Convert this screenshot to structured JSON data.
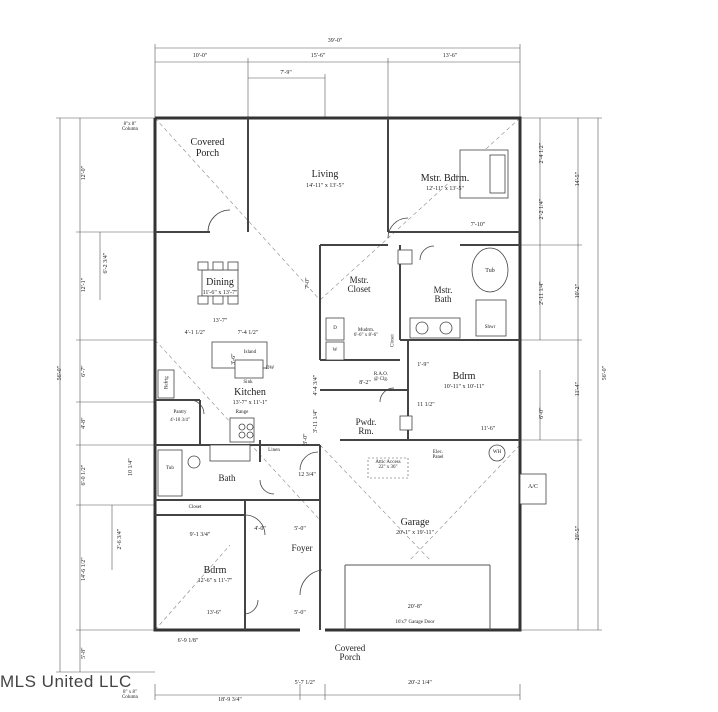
{
  "rooms": {
    "covered_porch_top": "Covered\nPorch",
    "living": "Living",
    "living_dim": "14'-11\" x 13'-5\"",
    "master_bedroom": "Mstr. Bdrm.",
    "master_bedroom_dim": "12'-11\" x 13'-5\"",
    "dining": "Dining",
    "dining_dim": "11'-6\" x 13'-7\"",
    "master_closet": "Mstr.\nCloset",
    "master_bath": "Mstr.\nBath",
    "tub_upper": "Tub",
    "shower": "Shwr",
    "kitchen": "Kitchen",
    "kitchen_dim": "13'-7\" x 11'-1\"",
    "island": "Island",
    "sink": "Sink",
    "dw": "DW",
    "refrig": "Refrig",
    "range": "Range",
    "pantry": "Pantry",
    "pantry_dim": "4'-10 3/4\"",
    "bedroom_right": "Bdrm",
    "bedroom_right_dim": "10'-11\" x 10'-11\"",
    "powder_room": "Pwdr.\nRm.",
    "bath": "Bath",
    "tub_lower": "Tub",
    "linen": "Linen",
    "closet_lower": "Closet",
    "closet_right": "Closet",
    "foyer": "Foyer",
    "bedroom_left": "Bdrm",
    "bedroom_left_dim": "12'-6\" x 11'-7\"",
    "garage": "Garage",
    "garage_dim": "20'-1\" x 19'-11\"",
    "garage_door": "16'x7' Garage Door",
    "covered_porch_bottom": "Covered\nPorch",
    "attic_access": "Attic Access\n22\" x 36\"",
    "elec_panel": "Elec.\nPanel",
    "wh": "WH",
    "ac": "A/C",
    "rao": "R.A.O.\n@ Clg.",
    "column_top": "8\"x 8\"\nColumn",
    "column_bottom": "8\" x 8\"\nColumn",
    "mudrm": "Mudrm.\n6'-6\" x 8'-6\"",
    "washer": "W",
    "dryer": "D"
  },
  "dims_top": {
    "overall": "39'-0\"",
    "seg1": "10'-0\"",
    "seg2": "15'-6\"",
    "seg3": "13'-6\"",
    "inner": "7'-9\""
  },
  "dims_left": {
    "overall": "56'-0\"",
    "d1": "12'-0\"",
    "d2": "12'-1\"",
    "d3": "6'-7\"",
    "d4": "4'-8\"",
    "d5": "6'-0 1/2\"",
    "d6": "14'-6 1/2\"",
    "d7": "5'-8\"",
    "w1": "6'-2 3/4\"",
    "w2": "2'-6 3/4\"",
    "w3": "10 1/4\""
  },
  "dims_right": {
    "overall": "56'-0\"",
    "r1": "14'-5\"",
    "r2": "10'-2\"",
    "r3": "11'-4\"",
    "r4": "20'-5\"",
    "a1": "2'-4 1/2\"",
    "a2": "2'-2 1/4\"",
    "a3": "2'-11 1/4\"",
    "a4": "6'-0\""
  },
  "dims_bottom": {
    "b1": "18'-9 3/4\"",
    "b2": "5'-7 1/2\"",
    "b3": "20'-2 1/4\"",
    "garage_width": "20'-8\"",
    "b4": "6'-9 1/8\""
  },
  "dims_inner": {
    "i1": "4'-1 1/2\"",
    "i2": "7'-4 1/2\"",
    "i3": "13'-7\"",
    "i4": "7'-10\"",
    "i5": "11'-6\"",
    "i6": "11 1/2\"",
    "i7": "8'-2\"",
    "i8": "1'-9\"",
    "i9": "12 3/4\"",
    "i10": "5'-0\"",
    "i11": "5'-0\"",
    "i12": "13'-6\"",
    "i13": "9'-1 3/4\"",
    "i14": "3'-0\"",
    "i15": "4'-0\"",
    "i16": "3'-6\"",
    "i17": "7'-0\"",
    "i18": "4'-4 3/4\"",
    "i19": "3'-11 1/4\""
  },
  "watermark": "MLS United LLC"
}
